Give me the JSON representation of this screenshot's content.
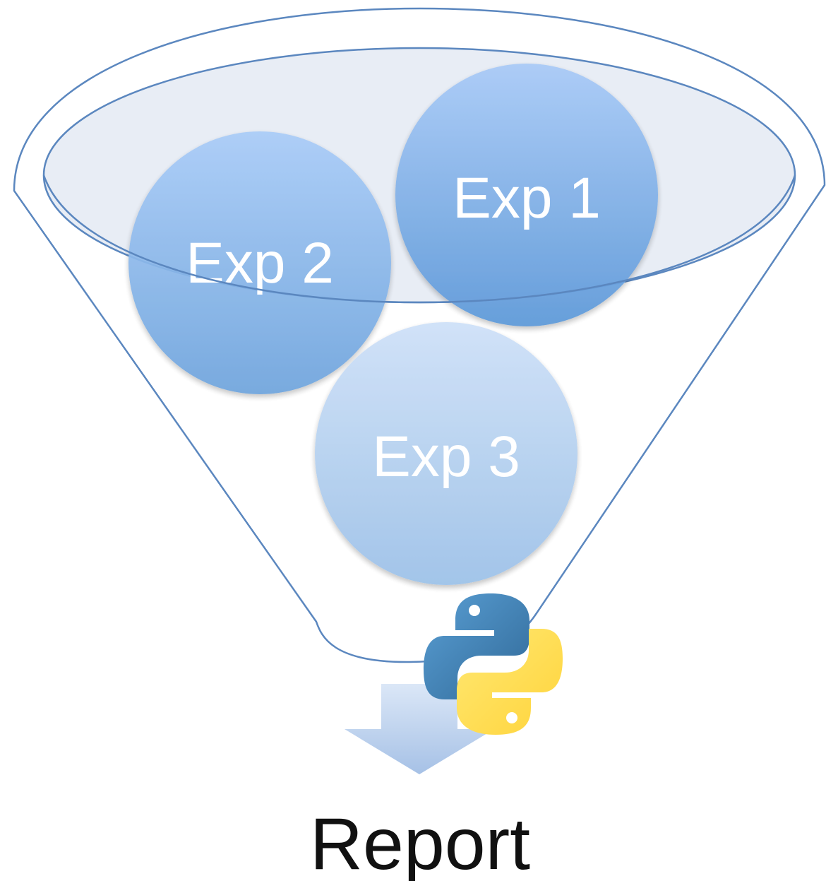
{
  "diagram": {
    "experiments": [
      {
        "label": "Exp 1"
      },
      {
        "label": "Exp 2"
      },
      {
        "label": "Exp 3"
      }
    ],
    "output_label": "Report",
    "icon": "python-logo-icon",
    "colors": {
      "funnel_stroke": "#5b87bf",
      "funnel_inner_fill": "#e8edf5",
      "bubble_dark": "#5f9bdb",
      "bubble_light": "#a8cbf5",
      "python_blue": "#3f73a4",
      "python_yellow": "#ffd43b",
      "arrow": "#aac4e8"
    }
  }
}
